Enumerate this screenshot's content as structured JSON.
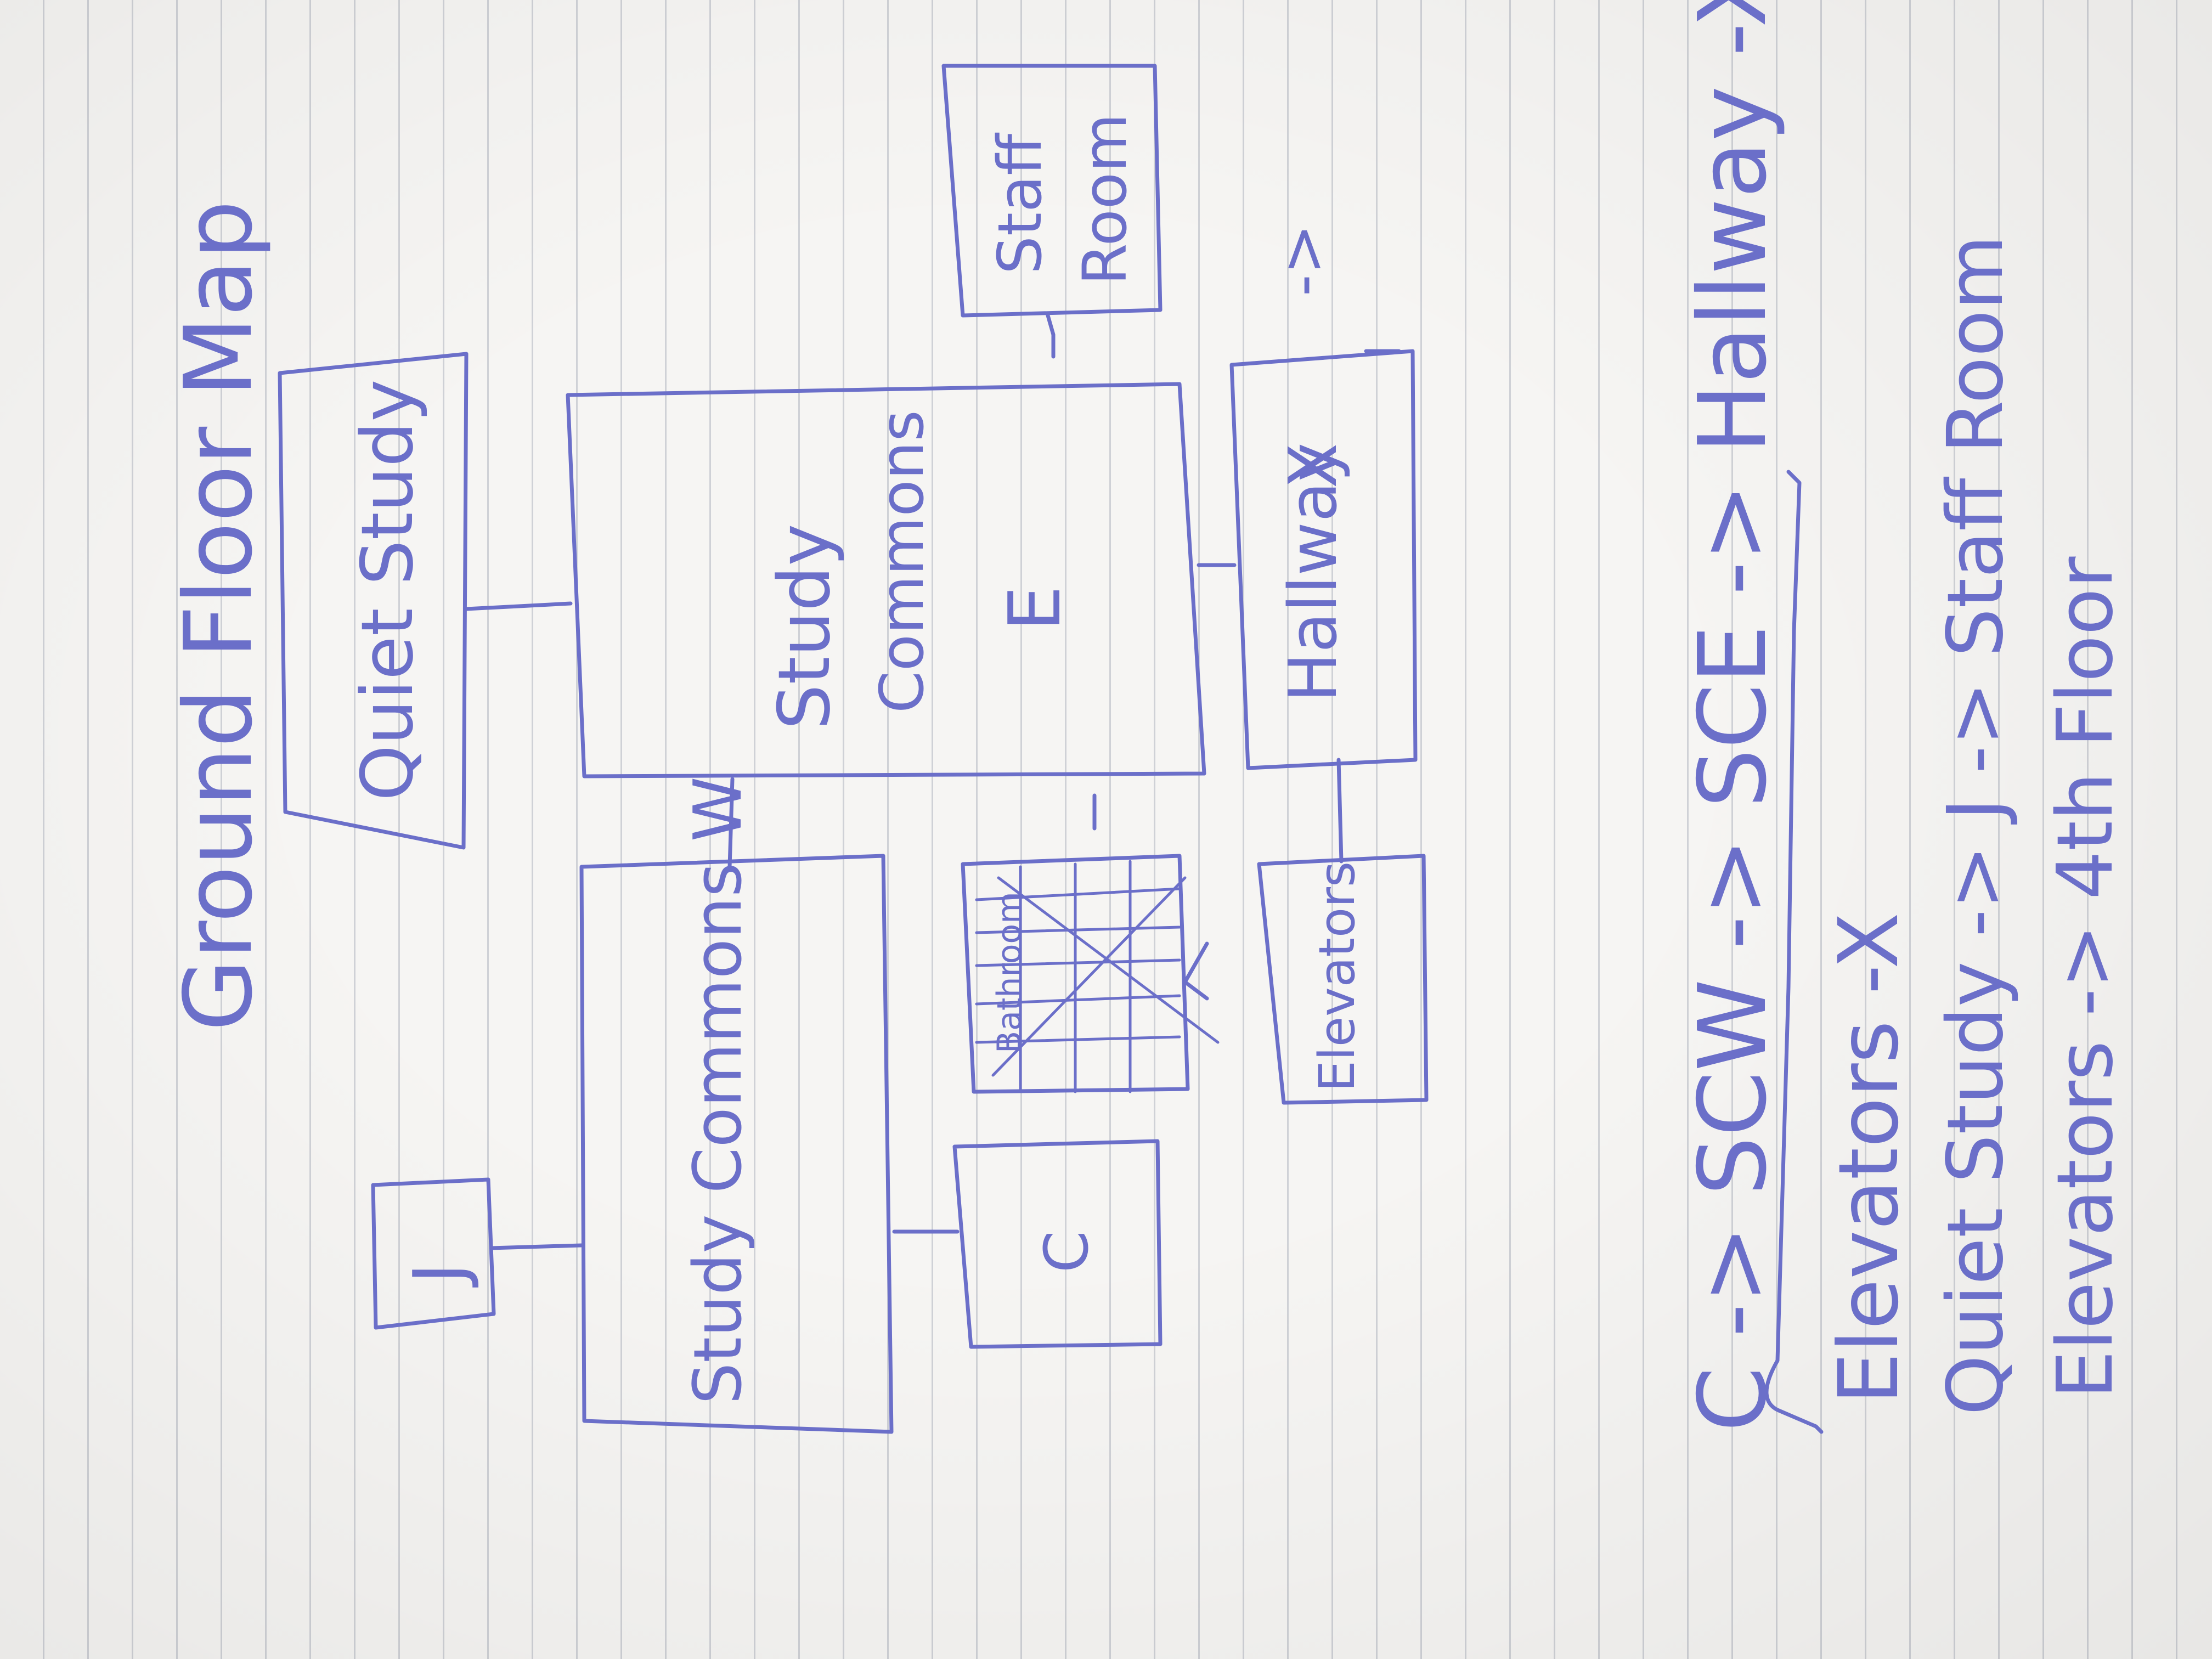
{
  "title": "Ground Floor Map",
  "rooms": {
    "quiet_study": "Quiet Study",
    "study_commons_e_line1": "Study",
    "study_commons_e_line2": "Commons",
    "study_commons_e_letter": "E",
    "staff_room_line1": "Staff",
    "staff_room_line2": "Room",
    "hallway": "Hallway",
    "hallway_mark": "X",
    "hallway_arrow": "->",
    "j_room": "J",
    "study_commons_w": "Study Commons W",
    "bathroom": "Bathroom",
    "elevators": "Elevators",
    "c_room": "C"
  },
  "routes": {
    "main": "C -> SCW -> SCE -> Hallway -X",
    "branch_1": "Elevators -X",
    "branch_2": "Quiet Study -> J -> Staff Room",
    "branch_3": "Elevators -> 4th Floor"
  },
  "colors": {
    "ink": "#6b6fc9",
    "paper": "#f6f5f3",
    "rule_line": "#cfd1d6"
  }
}
